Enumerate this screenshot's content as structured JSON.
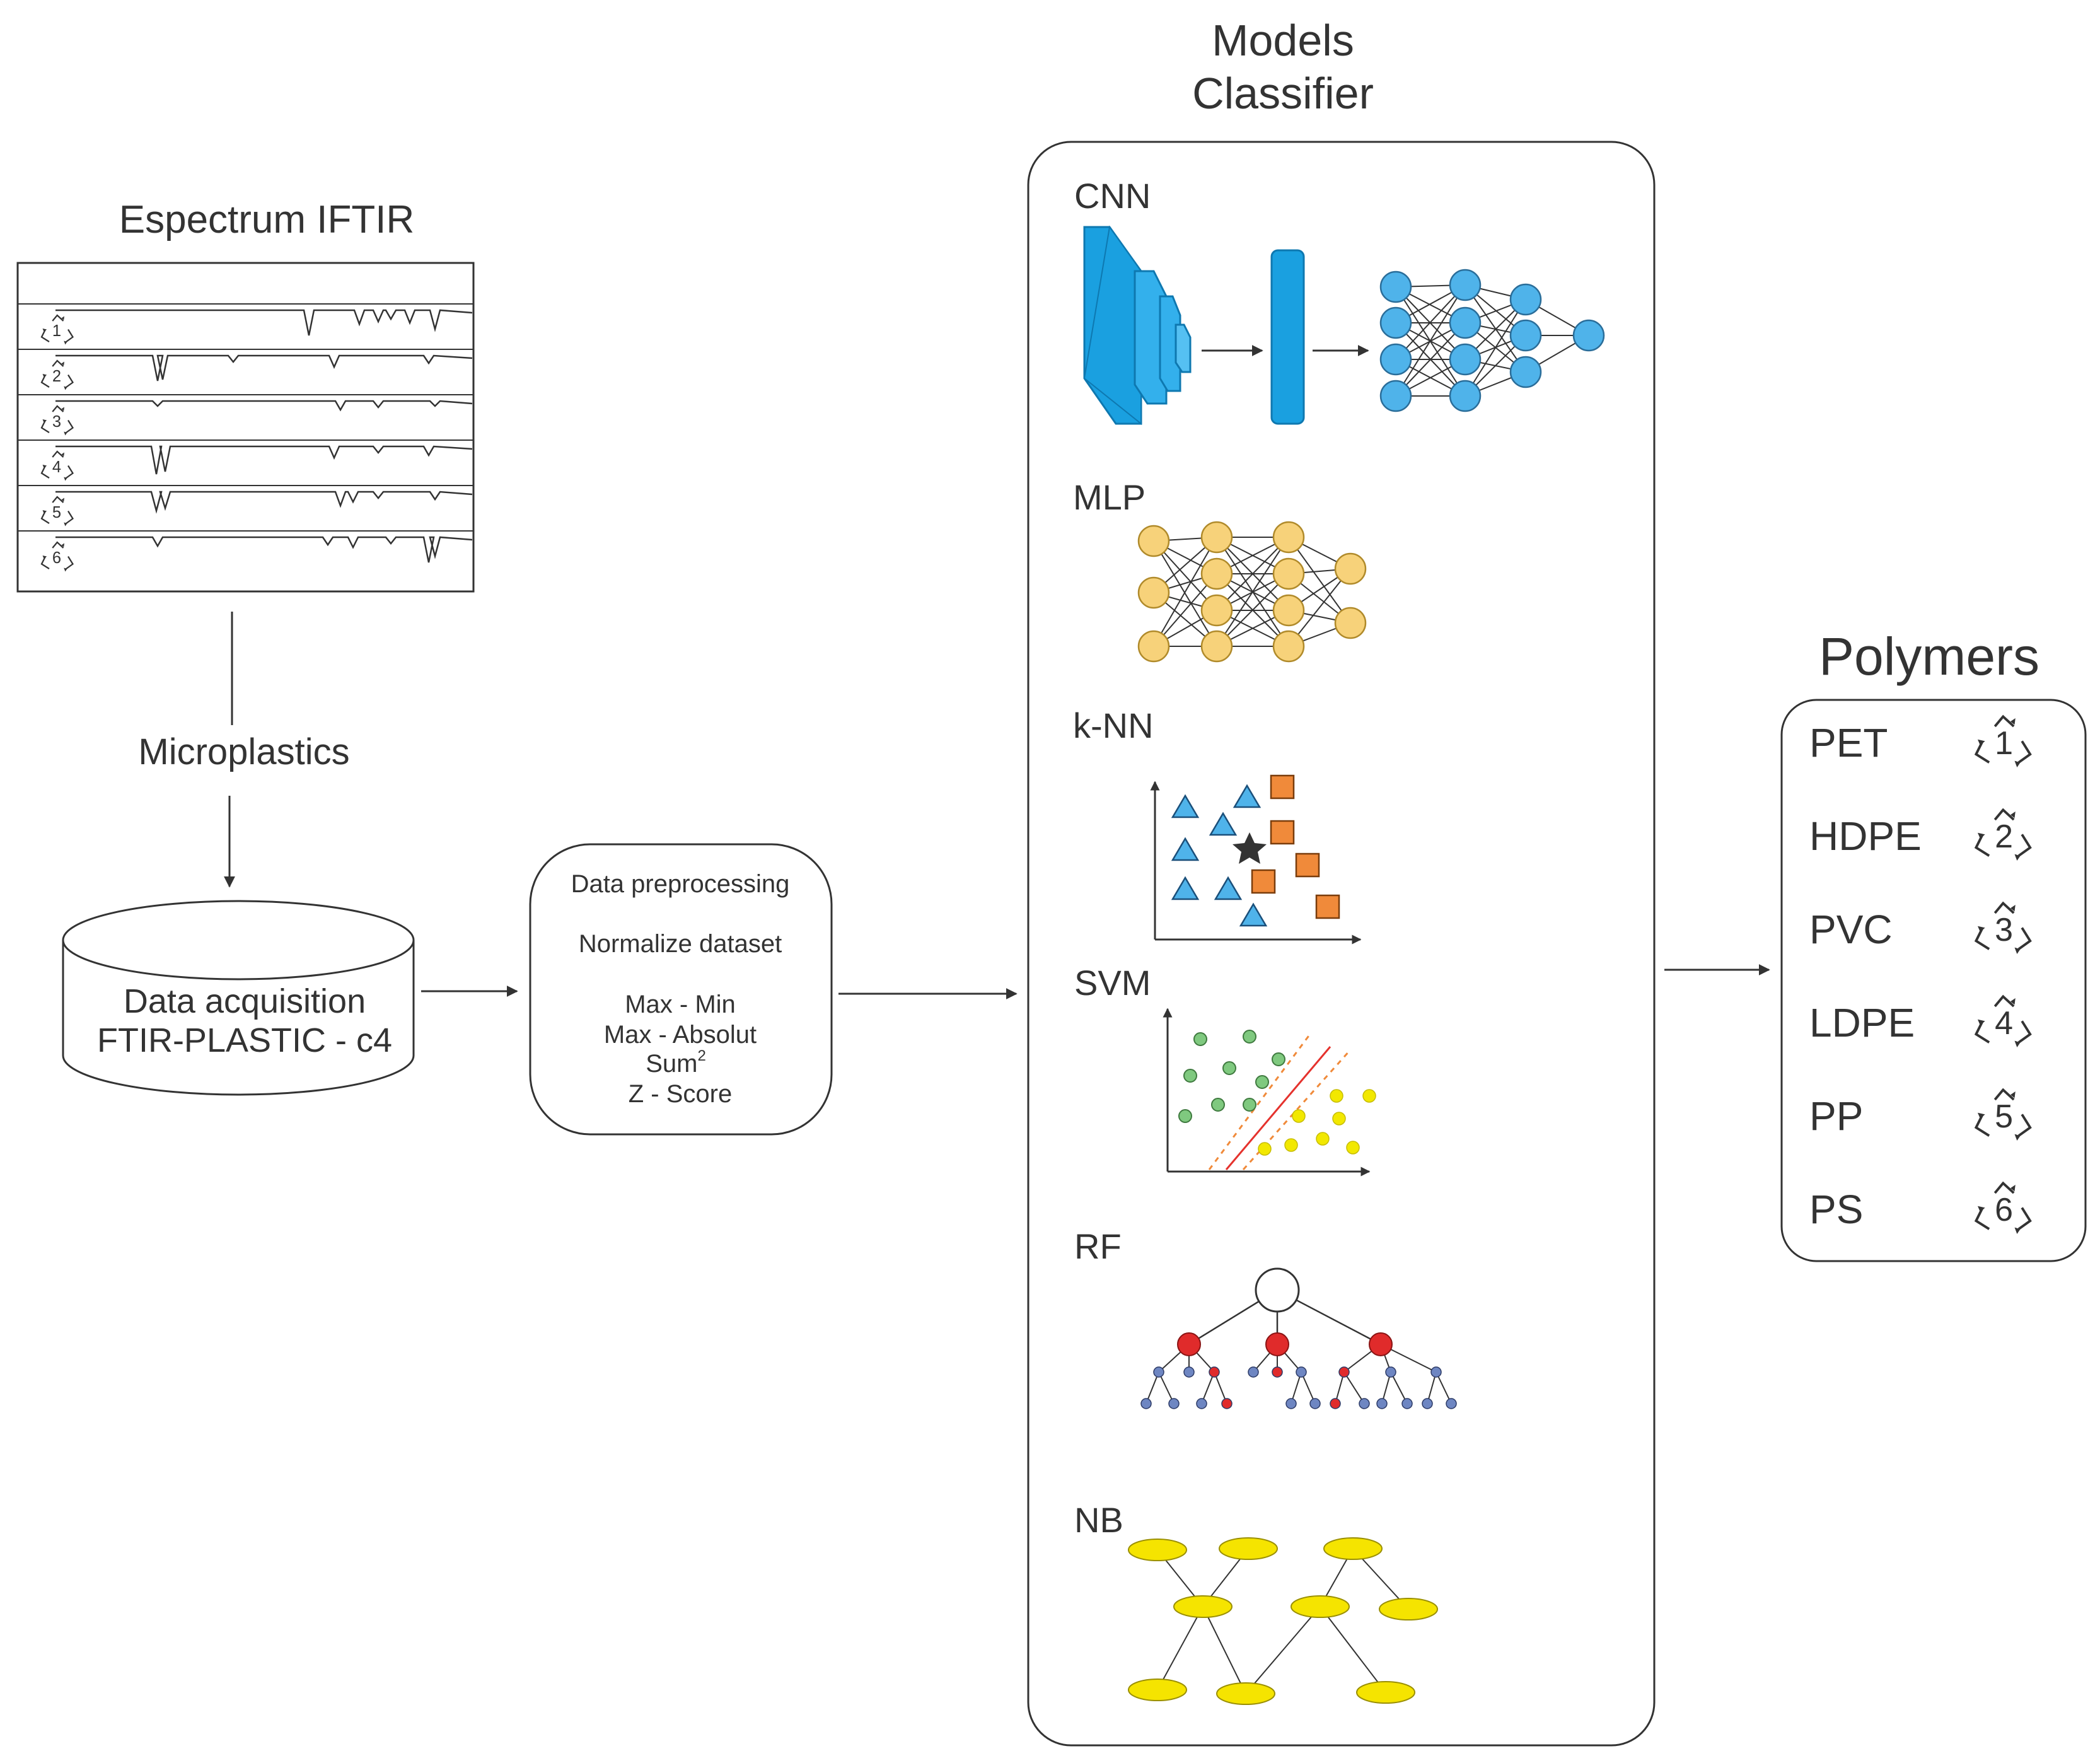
{
  "spectrum": {
    "title": "Espectrum IFTIR",
    "codes": [
      "1",
      "2",
      "3",
      "4",
      "5",
      "6"
    ]
  },
  "flow": {
    "microplastics_label": "Microplastics",
    "acquisition": {
      "line1": "Data acquisition",
      "line2": "FTIR-PLASTIC - c4"
    },
    "preprocessing": {
      "title": "Data preprocessing",
      "subtitle": "Normalize dataset",
      "methods": {
        "max_min": "Max - Min",
        "max_absolut": "Max - Absolut",
        "sum": "Sum",
        "sum_superscript": "2",
        "z_score": "Z - Score"
      }
    }
  },
  "models": {
    "title_line1": "Models",
    "title_line2": "Classifier",
    "cnn": "CNN",
    "mlp": "MLP",
    "knn": "k-NN",
    "svm": "SVM",
    "rf": "RF",
    "nb": "NB"
  },
  "polymers": {
    "title": "Polymers",
    "items": [
      {
        "name": "PET",
        "code": "1"
      },
      {
        "name": "HDPE",
        "code": "2"
      },
      {
        "name": "PVC",
        "code": "3"
      },
      {
        "name": "LDPE",
        "code": "4"
      },
      {
        "name": "PP",
        "code": "5"
      },
      {
        "name": "PS",
        "code": "6"
      }
    ]
  },
  "colors": {
    "stroke": "#333333",
    "cnn_blue": "#1aa0e0",
    "node_blue": "#4fb3ea",
    "node_yellow": "#f7d27a",
    "knn_square": "#f08a3a",
    "svm_green": "#7fc97f",
    "svm_yellow": "#f2e800",
    "svm_line": "#e5322d",
    "rf_red": "#e02b2b",
    "rf_blue": "#6e86c2",
    "nb_yellow": "#f5e400"
  }
}
